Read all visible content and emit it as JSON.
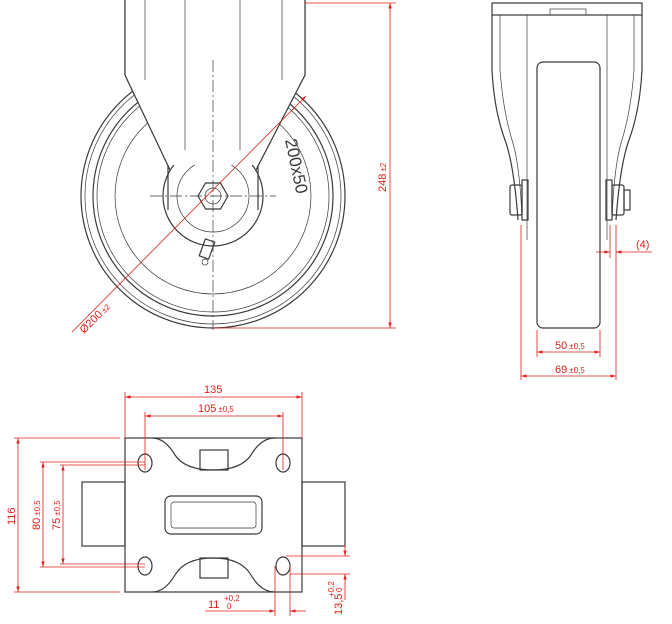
{
  "front_view": {
    "wheel_marking": "200x50",
    "diameter": "Ø200",
    "diameter_tol": "±2",
    "height": "248",
    "height_tol": "±2"
  },
  "side_view": {
    "wheel_width": "50",
    "wheel_width_tol": "±0,5",
    "overall_width": "69",
    "overall_width_tol": "±0,5",
    "plate_thickness": "(4)"
  },
  "top_view": {
    "plate_length": "135",
    "hole_spacing_x": "105",
    "hole_spacing_x_tol": "±0,5",
    "plate_width": "116",
    "hole_spacing_y1": "80",
    "hole_spacing_y1_tol": "±0,5",
    "hole_spacing_y2": "75",
    "hole_spacing_y2_tol": "±0,5",
    "slot_width": "11",
    "slot_width_tol_upper": "+0,2",
    "slot_width_tol_lower": "0",
    "slot_length": "13,5",
    "slot_length_tol_upper": "+0,2",
    "slot_length_tol_lower": "0"
  },
  "colors": {
    "dimension": "#e0201b",
    "outline": "#3a3a3a"
  }
}
